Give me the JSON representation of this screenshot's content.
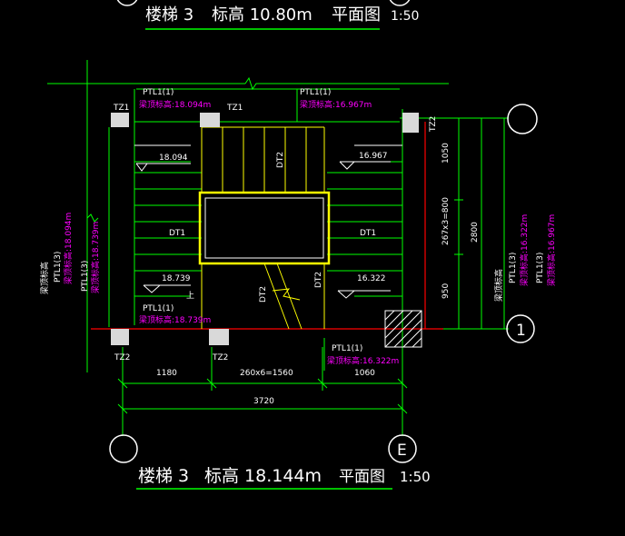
{
  "titles": {
    "top": {
      "name": "楼梯 3",
      "elev": "标高 10.80m",
      "view": "平面图",
      "scale": "1:50"
    },
    "bottom": {
      "name": "楼梯 3",
      "elev": "标高 18.144m",
      "view": "平面图",
      "scale": "1:50"
    }
  },
  "columns": {
    "tz1": "TZ1",
    "tz2": "TZ2"
  },
  "ptl": {
    "tl_label": "PTL1(1)",
    "tl_elev": "梁顶标高:18.094m",
    "tr_label": "PTL1(1)",
    "tr_elev": "梁顶标高:16.967m",
    "bl_label": "PTL1(1)",
    "bl_elev": "梁顶标高:18.739m",
    "br_label": "PTL1(1)",
    "br_elev": "梁顶标高:16.322m",
    "left_label1": "PTL1(3)",
    "left_elev1": "梁顶标高:18.094m",
    "left_label2": "PTL1(3)",
    "left_elev2": "梁顶标高:18.739m",
    "right_label1": "PTL1(3)",
    "right_elev1": "梁顶标高:16.322m",
    "right_label2": "PTL1(3)",
    "right_elev2": "梁顶标高:16.967m",
    "left_note": "梁顶标高",
    "right_note": "梁顶标高"
  },
  "levels": {
    "l1": "18.094",
    "l2": "16.967",
    "l3": "18.739",
    "l4": "16.322"
  },
  "flights": {
    "dt1": "DT1",
    "dt2": "DT2"
  },
  "up_label": "上",
  "dims": {
    "d1180": "1180",
    "d1560": "260x6=1560",
    "d1060": "1060",
    "d3720": "3720",
    "d1050": "1050",
    "d800": "267x3=800",
    "d950": "950",
    "d2800": "2800"
  },
  "axes": {
    "a1": "1",
    "ae": "E"
  },
  "colors": {
    "green": "#00ff00",
    "white": "#ffffff",
    "yellow": "#ffff00",
    "magenta": "#ff00ff",
    "red": "#ff0000"
  }
}
